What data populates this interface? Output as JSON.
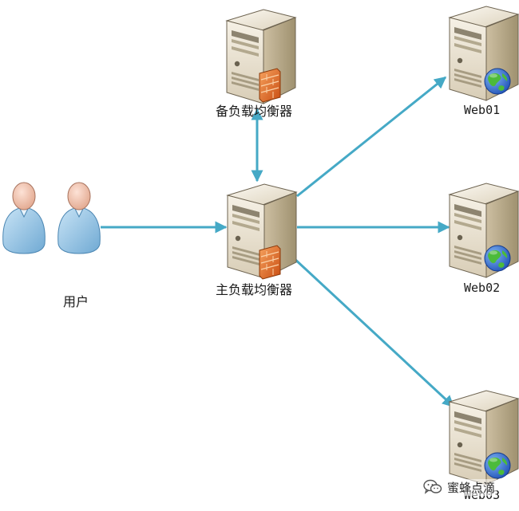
{
  "nodes": {
    "backup_lb": {
      "label": "备负载均衡器"
    },
    "main_lb": {
      "label": "主负载均衡器"
    },
    "users": {
      "label": "用户"
    },
    "web01": {
      "label": "Web01"
    },
    "web02": {
      "label": "Web02"
    },
    "web03": {
      "label": "Web03"
    }
  },
  "connections": [
    {
      "from": "users",
      "to": "main_lb"
    },
    {
      "from": "main_lb",
      "to": "backup_lb",
      "bidirectional": true
    },
    {
      "from": "main_lb",
      "to": "web01"
    },
    {
      "from": "main_lb",
      "to": "web02"
    },
    {
      "from": "main_lb",
      "to": "web03"
    }
  ],
  "watermark": {
    "text": "蜜蜂点滴",
    "icon": "wechat-icon"
  },
  "colors": {
    "arrow": "#45a9c6",
    "server_front": "#e9e2d2",
    "server_side": "#bcae92",
    "firewall": "#e86a24",
    "person_body": "#9fcbe8",
    "person_head": "#f3c7b4"
  }
}
